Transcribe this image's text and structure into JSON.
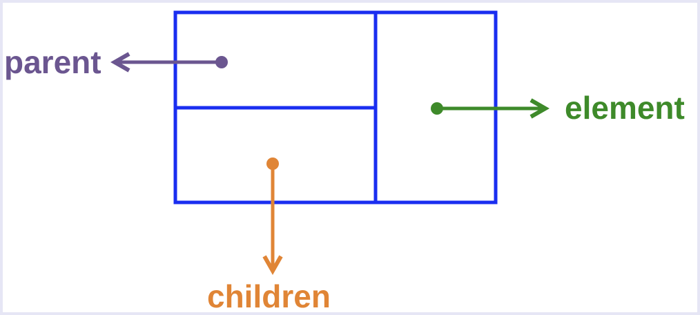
{
  "labels": {
    "parent": "parent",
    "element": "element",
    "children": "children"
  },
  "colors": {
    "box_stroke": "#1a2ef0",
    "parent": "#6b5690",
    "element": "#3e8a2a",
    "children": "#e08536",
    "frame": "#e6e6f5"
  }
}
